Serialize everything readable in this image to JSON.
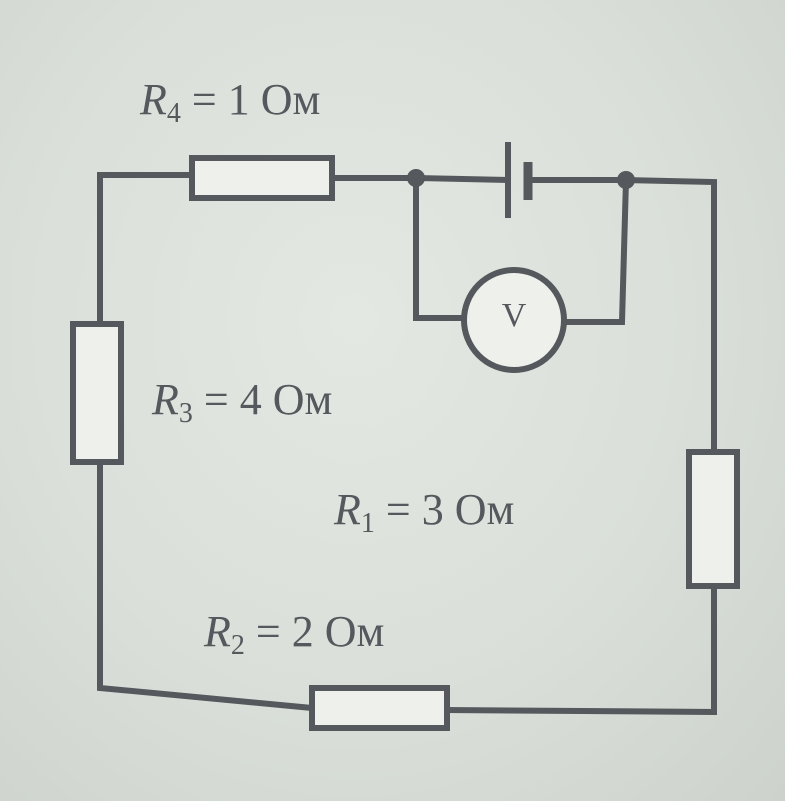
{
  "resistors": {
    "r4": {
      "symbol": "R",
      "index": "4",
      "equation": " = 1 Ом"
    },
    "r3": {
      "symbol": "R",
      "index": "3",
      "equation": " = 4 Ом"
    },
    "r1": {
      "symbol": "R",
      "index": "1",
      "equation": " = 3 Ом"
    },
    "r2": {
      "symbol": "R",
      "index": "2",
      "equation": " = 2 Ом"
    }
  },
  "voltmeter": {
    "letter": "V"
  },
  "colors": {
    "wire": "#55585c",
    "resistor_fill": "#eef0ec",
    "background": "#dadfd9"
  },
  "icons": [
    "battery-icon",
    "voltmeter-icon",
    "resistor-icon",
    "junction-dot-icon"
  ]
}
